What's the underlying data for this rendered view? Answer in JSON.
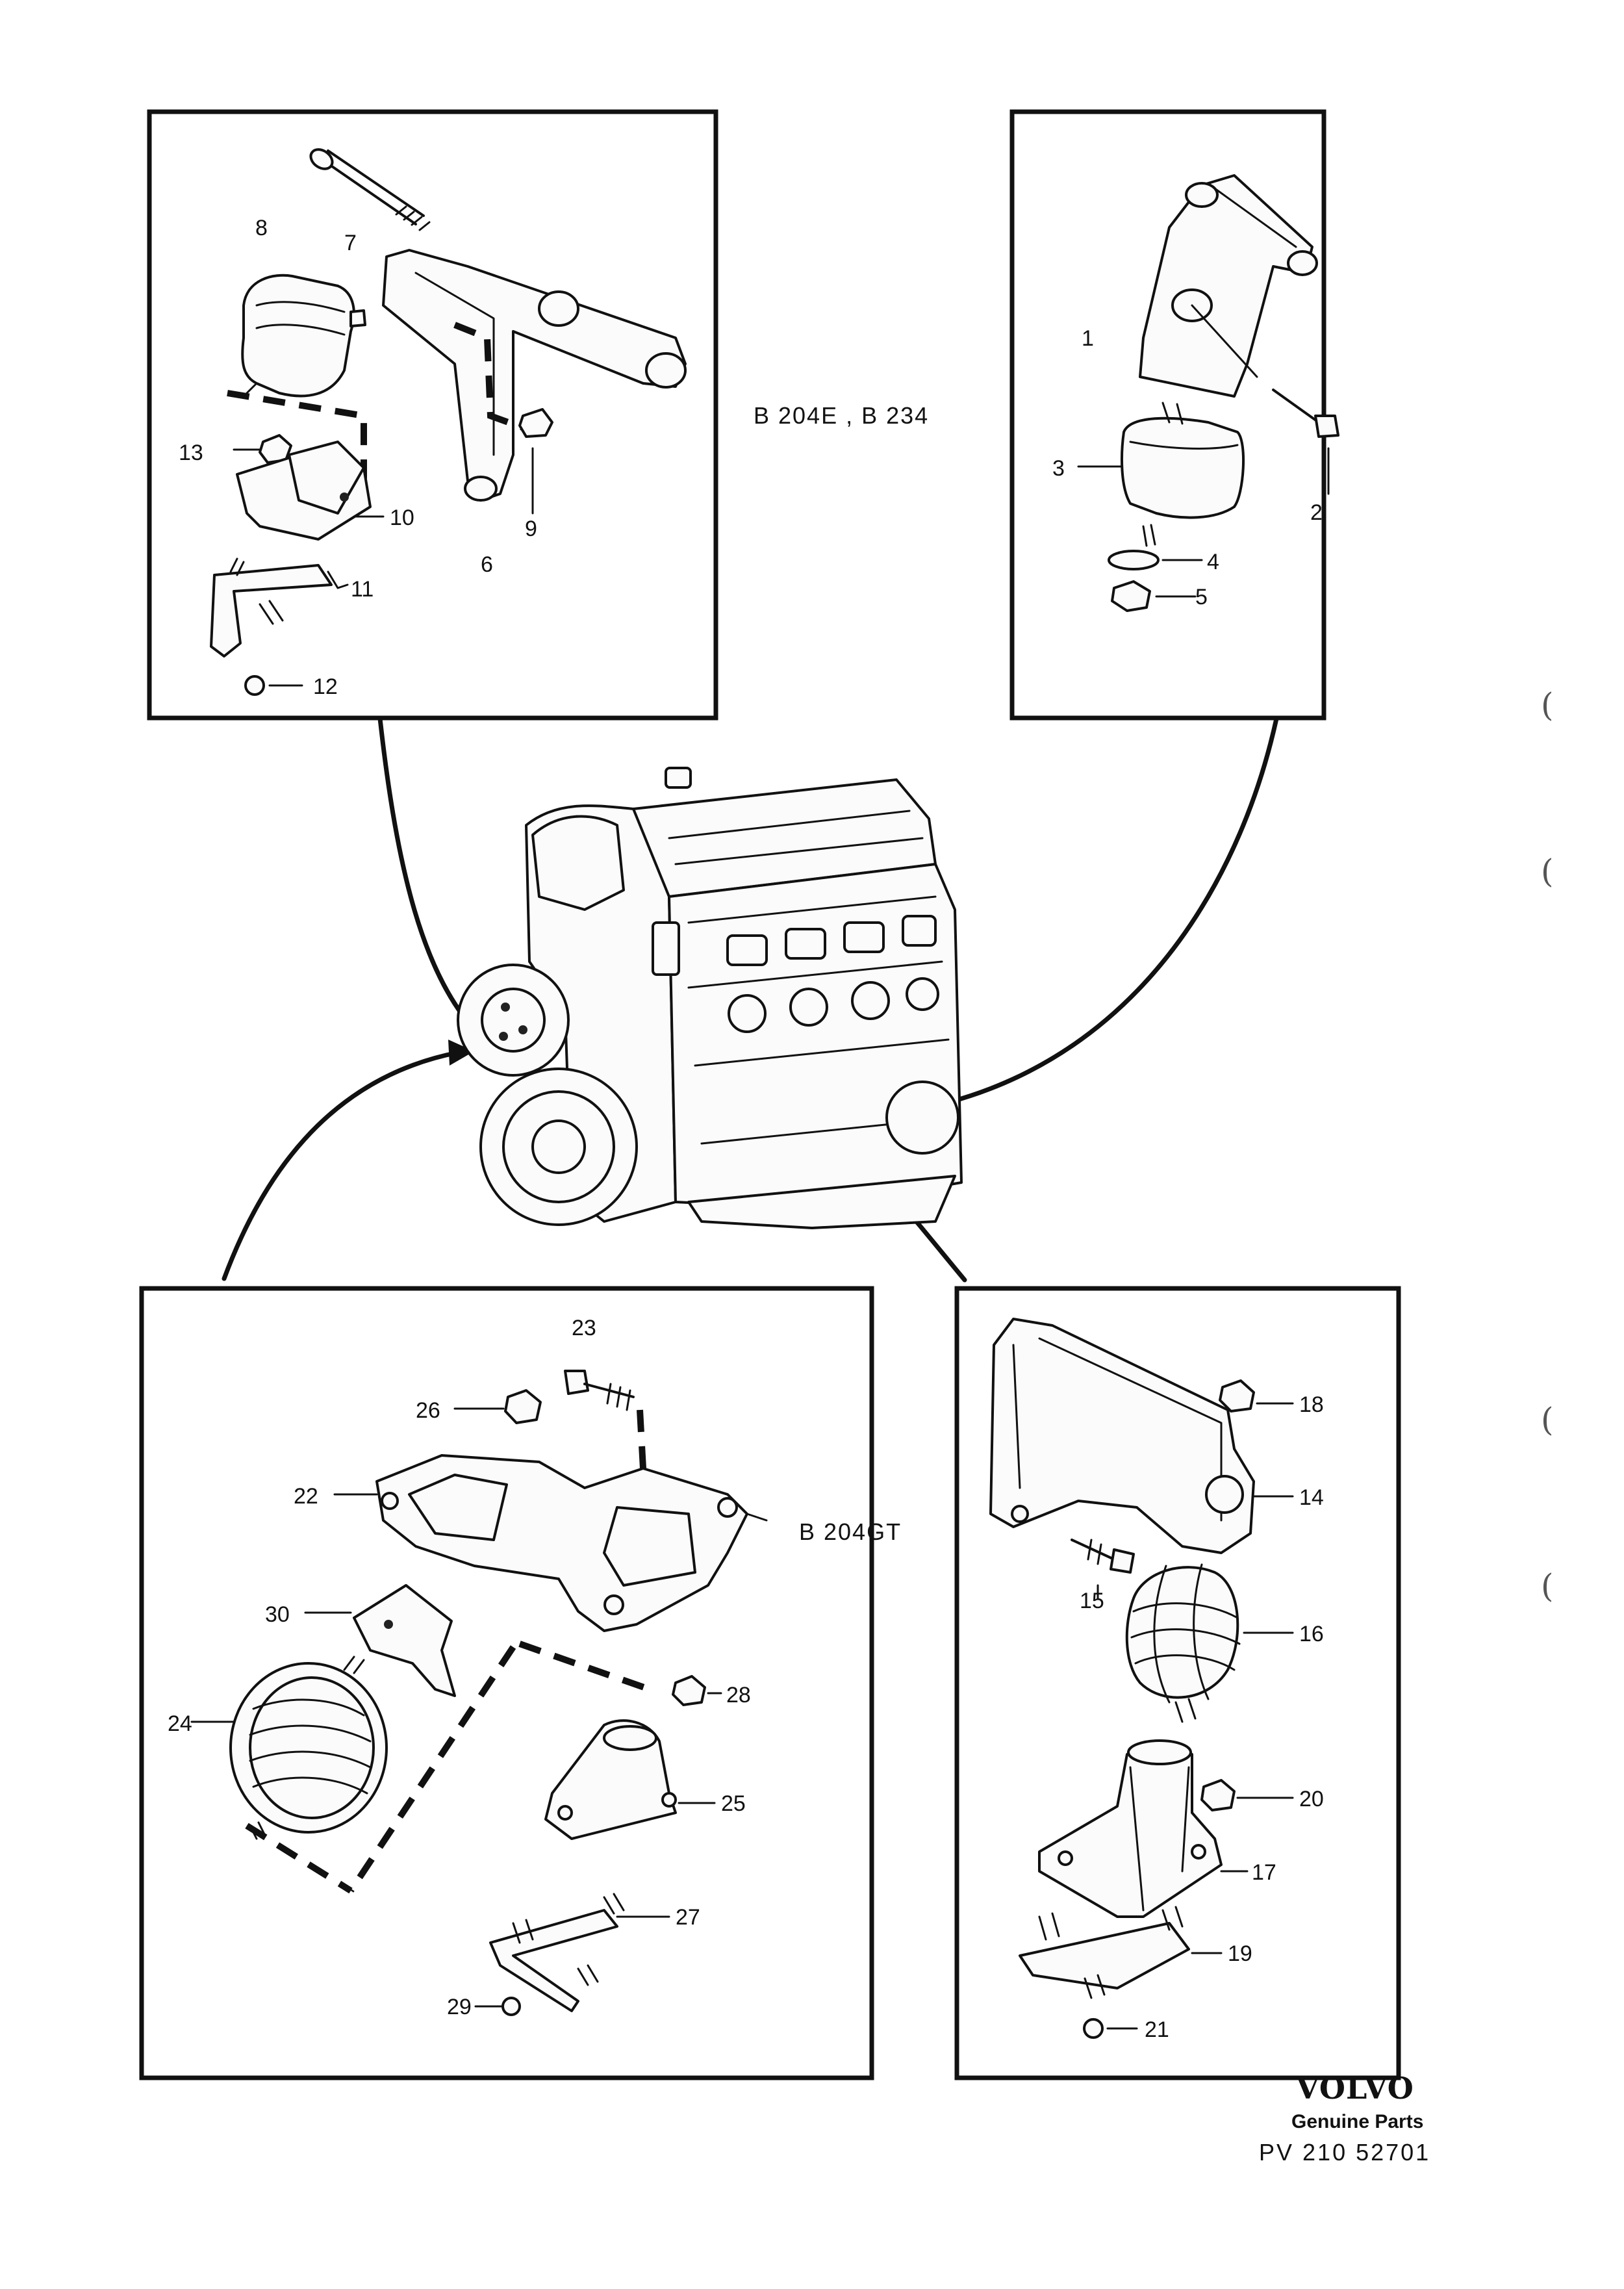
{
  "panels": {
    "top_left": {
      "variant_label": "B 204E , B 234",
      "callouts": [
        "6",
        "7",
        "8",
        "9",
        "10",
        "11",
        "12",
        "13"
      ]
    },
    "top_right": {
      "callouts": [
        "1",
        "2",
        "3",
        "4",
        "5"
      ]
    },
    "bottom_left": {
      "variant_label": "B 204GT",
      "callouts": [
        "22",
        "23",
        "24",
        "25",
        "26",
        "27",
        "28",
        "29",
        "30"
      ]
    },
    "bottom_right": {
      "callouts": [
        "14",
        "15",
        "16",
        "17",
        "18",
        "19",
        "20",
        "21"
      ]
    }
  },
  "branding": {
    "brand": "VOLVO",
    "tagline": "Genuine Parts",
    "reference": "PV 210  52701"
  },
  "margin_marks": [
    "(",
    "(",
    "(",
    "("
  ]
}
